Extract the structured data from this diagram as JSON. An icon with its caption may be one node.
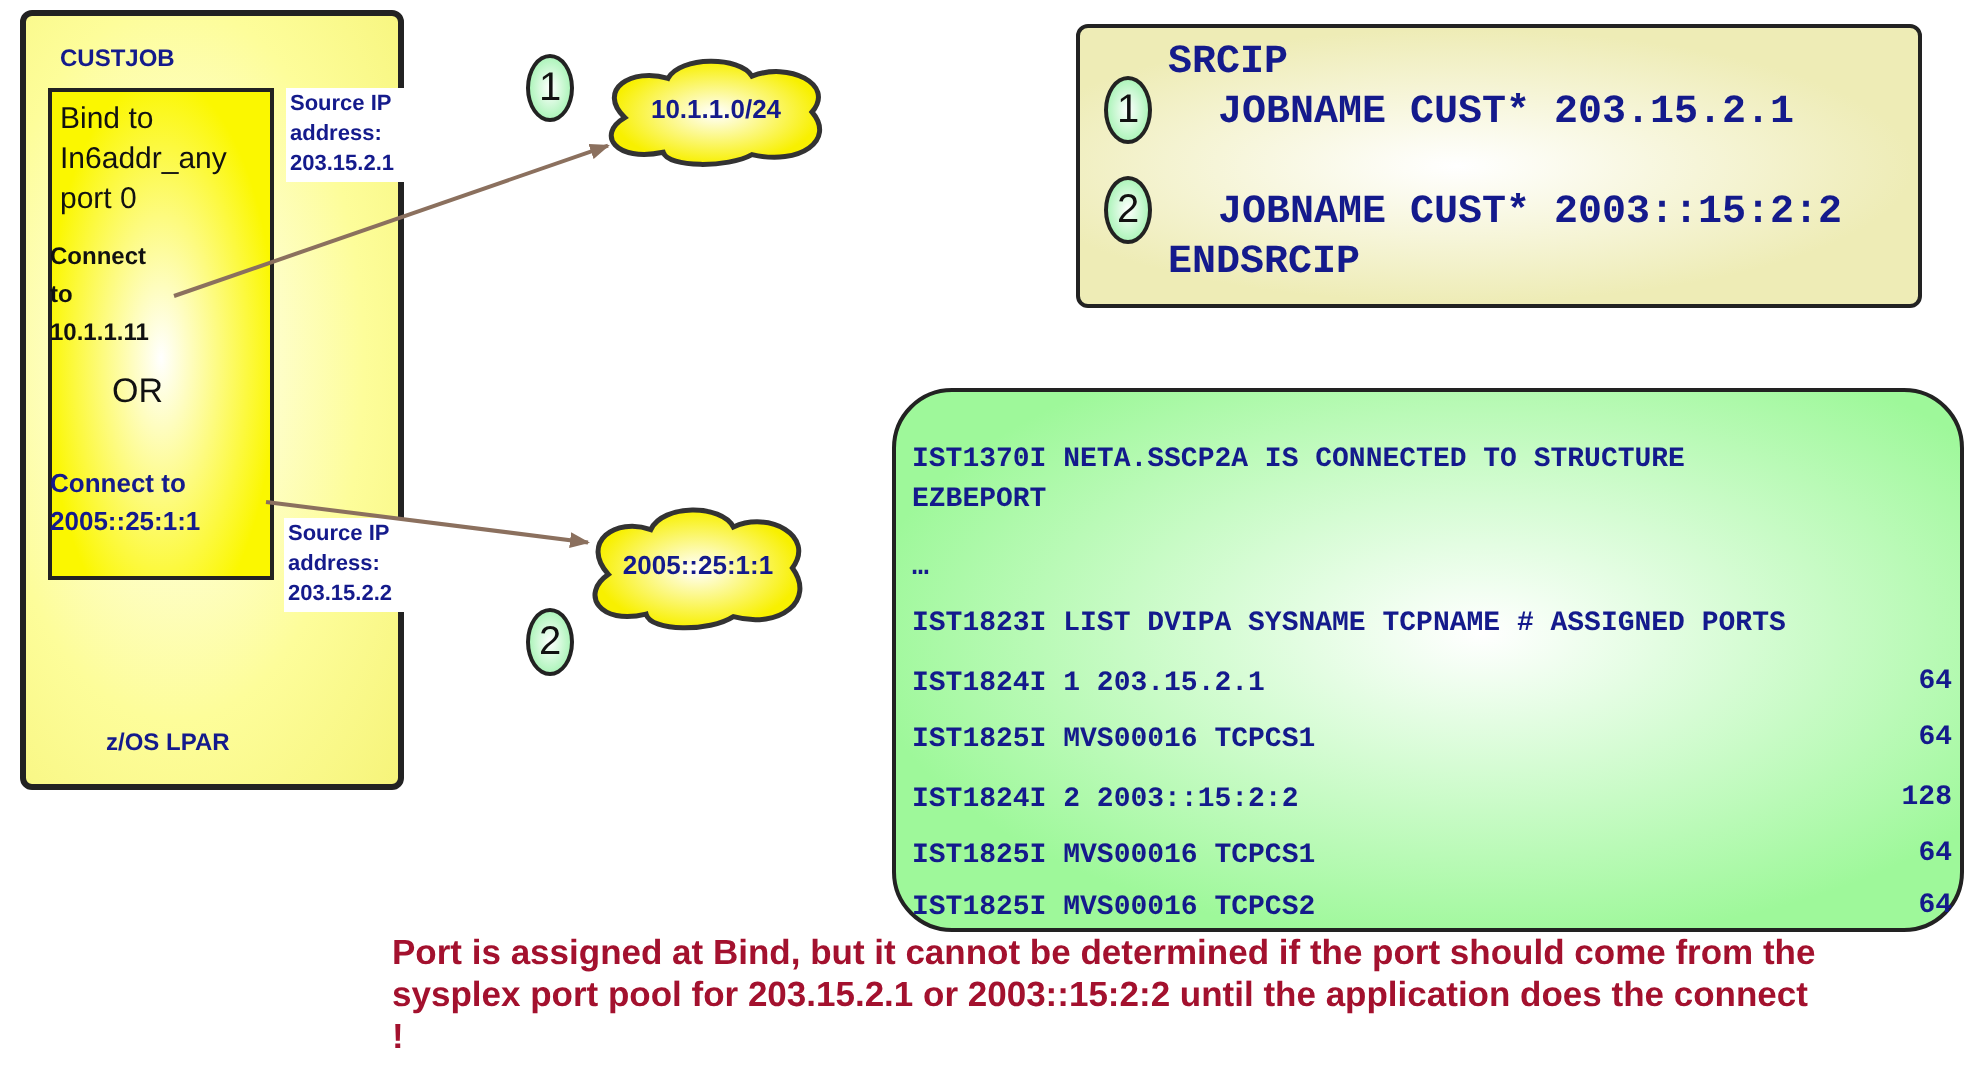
{
  "diagram": {
    "nodes": [
      {
        "text": [
          "CUSTJOB",
          "z/OS LPAR"
        ]
      },
      {
        "text": [
          "Bind to In6addr_any port 0",
          "OR"
        ],
        "in": 0
      },
      {
        "text": [
          "Connect to 10.1.1.11"
        ],
        "in": 1
      },
      {
        "text": [
          "Connect to 2005::25:1:1"
        ],
        "in": 1
      },
      {
        "text": [
          "10.1.1.0/24"
        ]
      },
      {
        "text": [
          "2005::25:1:1"
        ]
      },
      {
        "text": [
          "SRCIP",
          "JOBNAME CUST* 203.15.2.1",
          "JOBNAME CUST* 2003::15:2:2",
          "ENDSRCIP"
        ]
      },
      {
        "text": [
          "IST1370I NETA.SSCP2A IS CONNECTED TO STRUCTURE EZBEPORT",
          "…",
          "IST1823I LIST DVIPA SYSNAME TCPNAME # ASSIGNED PORTS",
          "IST1824I 1 203.15.2.1",
          "64",
          "IST1825I MVS00016 TCPCS1",
          "64",
          "IST1824I 2 2003::15:2:2",
          "128",
          "IST1825I MVS00016 TCPCS1",
          "64",
          "IST1825I MVS00016 TCPCS2",
          "64"
        ]
      }
    ],
    "edges": [
      {
        "from": 2,
        "to": 4,
        "arrow": "to",
        "label": "Source IP address: 203.15.2.1"
      },
      {
        "from": 3,
        "to": 5,
        "arrow": "to",
        "label": "Source IP address: 203.15.2.2"
      }
    ],
    "labels": [
      "1",
      "1",
      "2",
      "2",
      "Port is assigned at Bind, but it cannot be determined if the port should come from the sysplex port pool for 203.15.2.1 or 2003::15:2:2 until the application does the connect !"
    ]
  }
}
